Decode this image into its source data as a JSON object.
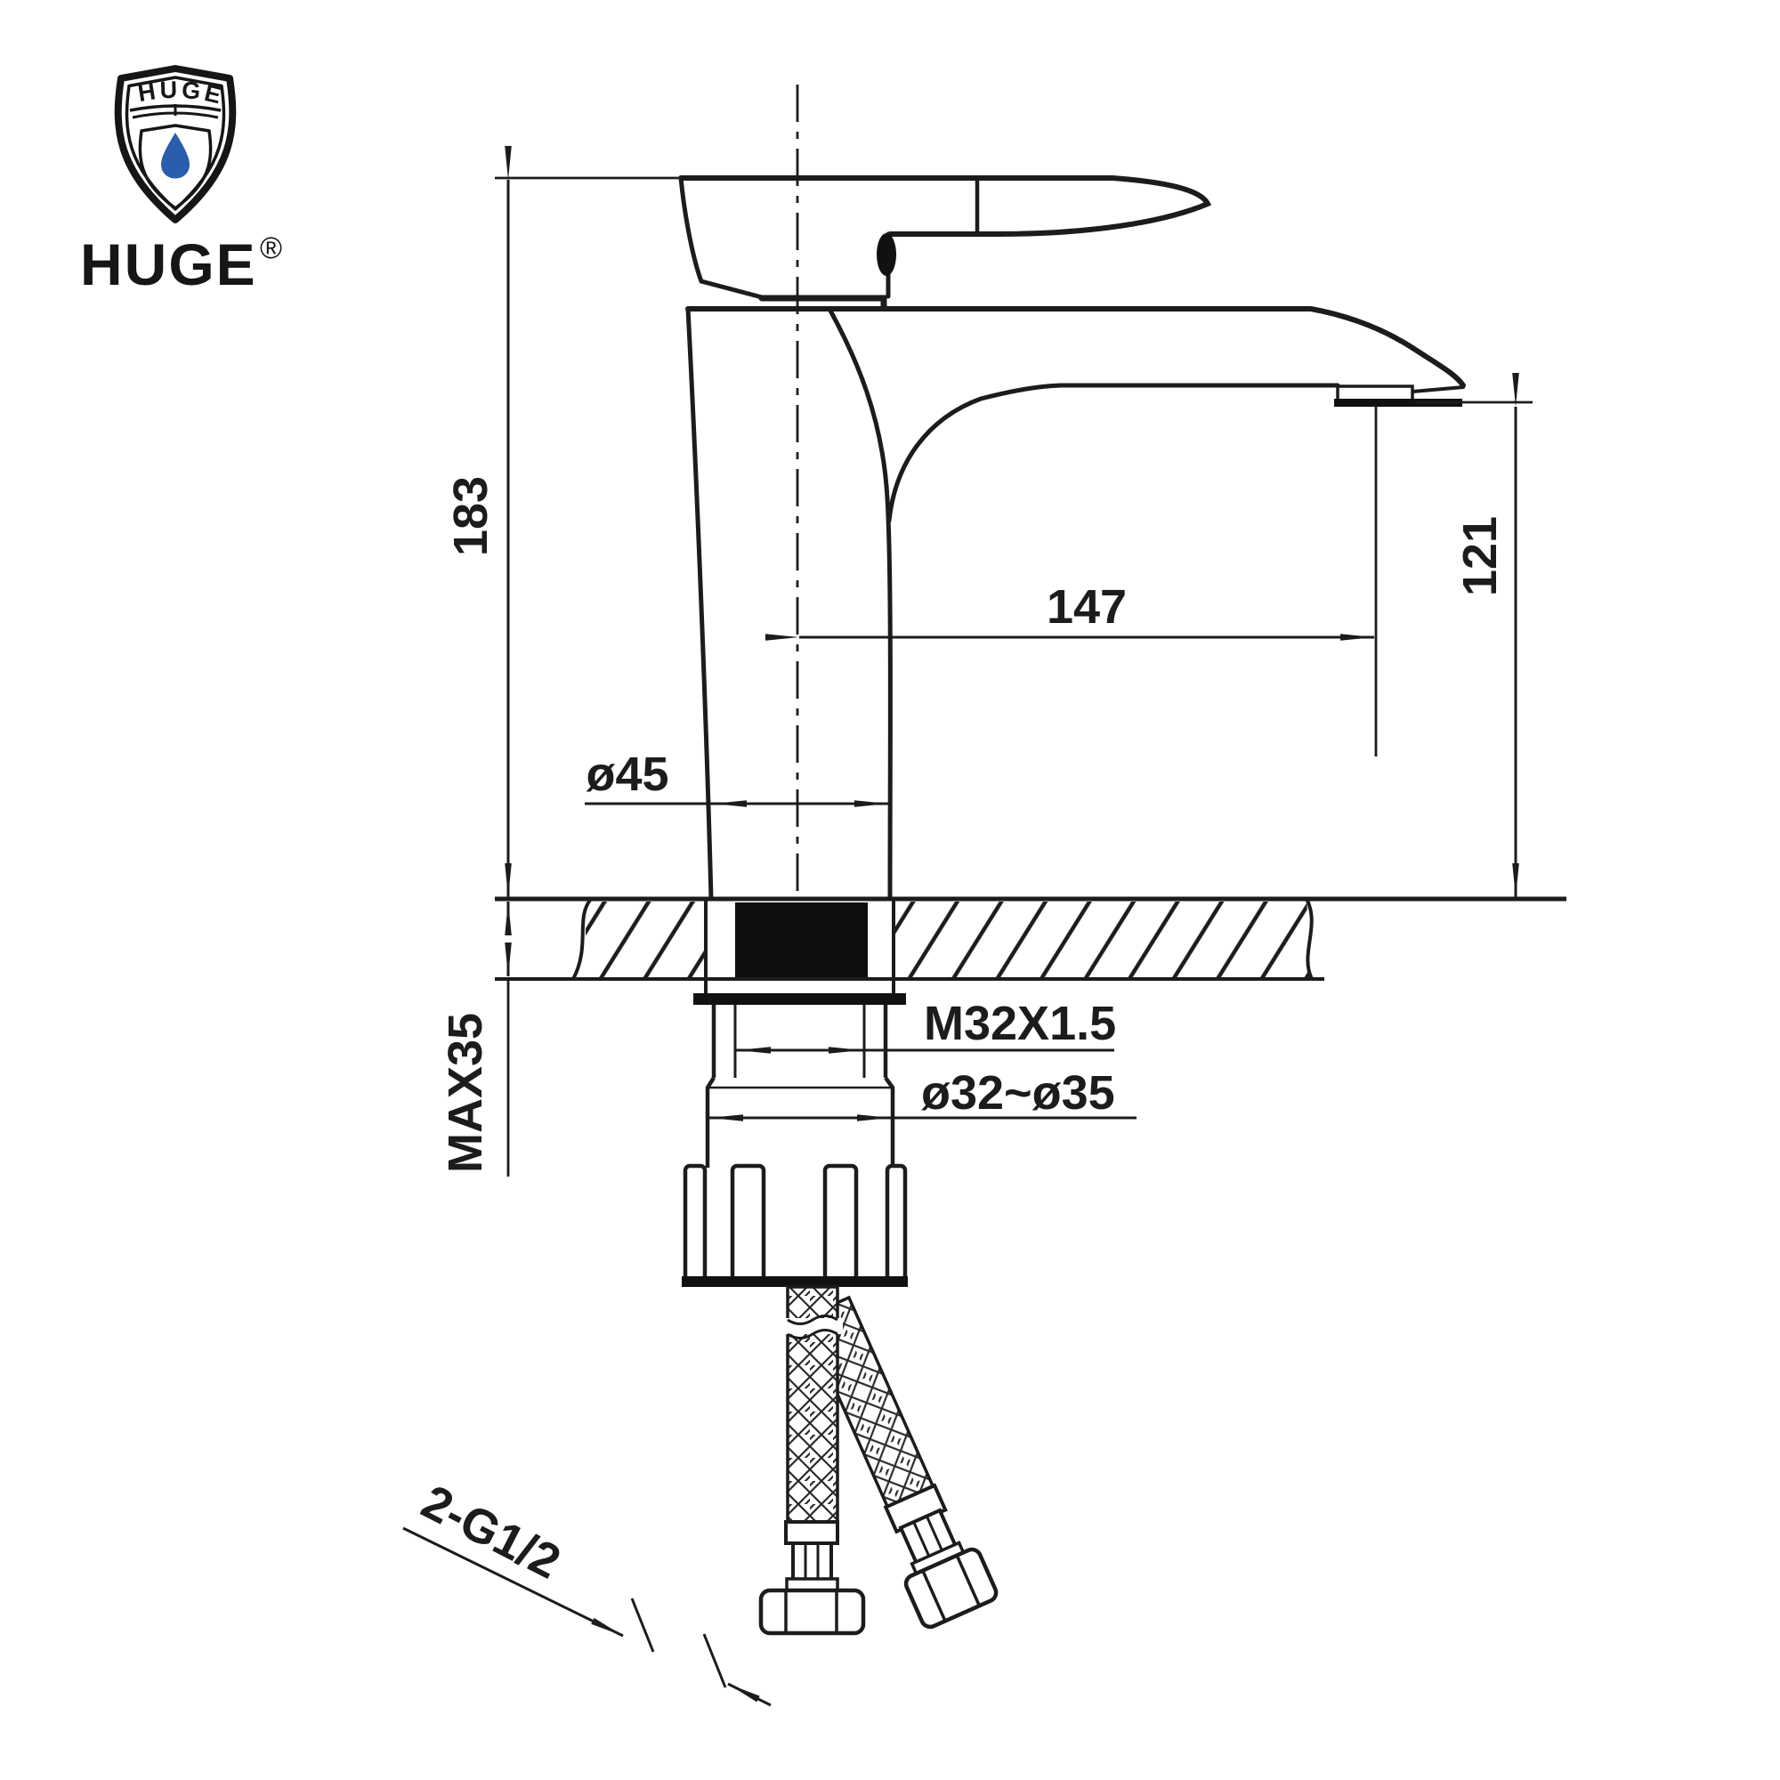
{
  "logo": {
    "shield_text": "HUGE",
    "wordmark": "HUGE",
    "registered": "®",
    "drop_color": "#2a5dab"
  },
  "drawing": {
    "title_implied": "basin mixer installation drawing",
    "line_color": "#1c1c1c",
    "dimensions": {
      "total_height": "183",
      "spout_reach": "147",
      "spout_height": "121",
      "body_diameter": "ø45",
      "max_deck_thickness": "MAX35",
      "shank_thread": "M32X1.5",
      "hole_diameter_range": "ø32~ø35",
      "hose_connections": "2-G1/2"
    }
  }
}
